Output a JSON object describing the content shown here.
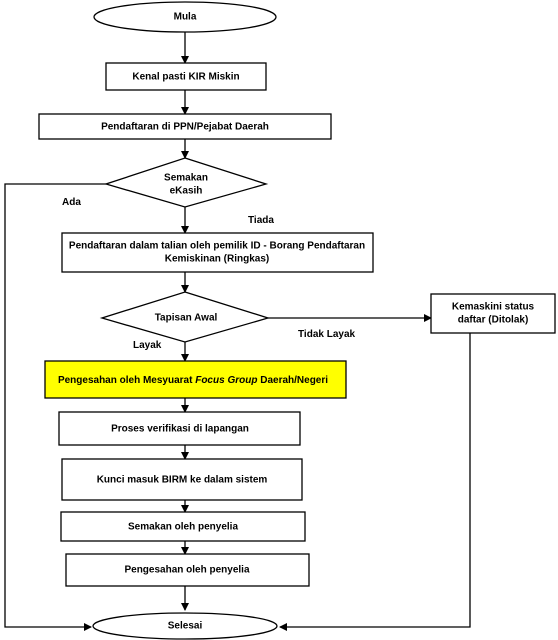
{
  "nodes": {
    "start": "Mula",
    "identify": "Kenal pasti KIR Miskin",
    "register": "Pendaftaran di PPN/Pejabat Daerah",
    "check_ekasih": [
      "Semakan",
      "eKasih"
    ],
    "online_register": [
      "Pendaftaran dalam talian oleh pemilik ID - Borang Pendaftaran",
      "Kemiskinan (Ringkas)"
    ],
    "initial_screening": "Tapisan Awal",
    "update_status": [
      "Kemaskini status",
      "daftar (Ditolak)"
    ],
    "focus_group": {
      "before": "Pengesahan oleh Mesyuarat ",
      "italic": "Focus Group",
      "after": " Daerah/Negeri"
    },
    "field_verification": "Proses verifikasi di lapangan",
    "key_in": "Kunci masuk BIRM ke dalam sistem",
    "supervisor_check": "Semakan oleh penyelia",
    "supervisor_confirm": "Pengesahan oleh penyelia",
    "end": "Selesai"
  },
  "edges": {
    "ada": "Ada",
    "tiada": "Tiada",
    "layak": "Layak",
    "tidak_layak": "Tidak Layak"
  },
  "colors": {
    "line": "#000000",
    "box_fill": "#ffffff",
    "highlight_fill": "#ffff00"
  }
}
